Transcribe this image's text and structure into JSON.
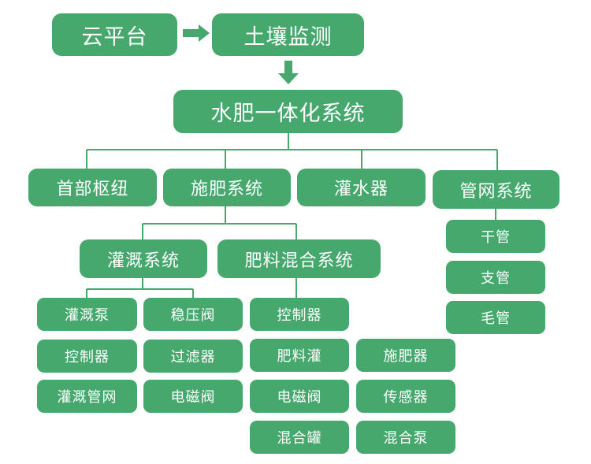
{
  "colors": {
    "node": "#46a86d",
    "connector": "#46a86d",
    "text": "#ffffff",
    "background": "#ffffff"
  },
  "diagram": {
    "cloud_platform": "云平台",
    "soil_monitoring": "土壤监测",
    "root": "水肥一体化系统",
    "head_hub": "首部枢纽",
    "fertilizer_system": "施肥系统",
    "irrigator": "灌水器",
    "pipe_network": "管网系统",
    "irrigation_system": "灌溉系统",
    "fert_mix_system": "肥料混合系统",
    "irrigation_pump": "灌溉泵",
    "irrigation_controller": "控制器",
    "irrigation_pipe_net": "灌溉管网",
    "pressure_valve": "稳压阀",
    "filter": "过滤器",
    "irrigation_solenoid": "电磁阀",
    "mix_controller": "控制器",
    "fert_tank": "肥料灌",
    "mix_solenoid": "电磁阀",
    "mixing_tank": "混合罐",
    "fertilizer_applicator": "施肥器",
    "sensor": "传感器",
    "mixing_pump": "混合泵",
    "main_pipe": "干管",
    "branch_pipe": "支管",
    "capillary_pipe": "毛管"
  }
}
